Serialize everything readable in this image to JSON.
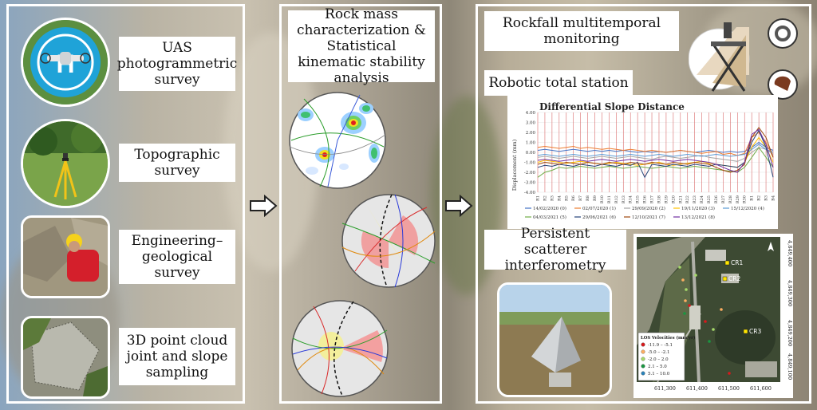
{
  "panel1": {
    "items": [
      {
        "label": "UAS photogrammetric survey"
      },
      {
        "label": "Topographic survey"
      },
      {
        "label": "Engineering–geological survey"
      },
      {
        "label": "3D point cloud joint and slope sampling"
      }
    ]
  },
  "panel2": {
    "title": "Rock mass characterization & Statistical kinematic stability analysis"
  },
  "panel3": {
    "title": "Rockfall multitemporal monitoring",
    "robotic_label": "Robotic total station",
    "ps_label": "Persistent scatterer interferometry"
  },
  "chart_data": {
    "type": "line",
    "title": "Differential Slope Distance",
    "ylabel": "Displacement (mm)",
    "ylim": [
      -4,
      4
    ],
    "yticks": [
      "4.00",
      "3.00",
      "2.00",
      "1.00",
      "0.00",
      "-1.00",
      "-2.00",
      "-3.00",
      "-4.00"
    ],
    "categories": [
      "R1",
      "R2",
      "R3",
      "R4",
      "R5",
      "R6",
      "R7",
      "R8",
      "R9",
      "R10",
      "R11",
      "R12",
      "R13",
      "R14",
      "R15",
      "R16",
      "R17",
      "R18",
      "R19",
      "R20",
      "R21",
      "R22",
      "R23",
      "R24",
      "R25",
      "R26",
      "R27",
      "R28",
      "R29",
      "R30",
      "B1",
      "B2",
      "B3",
      "B4"
    ],
    "series": [
      {
        "name": "14/02/2020 (0)",
        "color": "#4472c4",
        "values": [
          0.2,
          0.3,
          0.2,
          0.1,
          0.2,
          0.3,
          0.2,
          0.1,
          0.2,
          0.1,
          0.2,
          0.1,
          0.2,
          0.1,
          0.0,
          0.1,
          0.0,
          0.1,
          0.0,
          0.1,
          0.2,
          0.1,
          0.0,
          0.1,
          0.2,
          0.1,
          0.0,
          0.1,
          0.0,
          0.1,
          0.5,
          1.0,
          0.5,
          0.2
        ]
      },
      {
        "name": "02/07/2020 (1)",
        "color": "#ed7d31",
        "values": [
          0.5,
          0.6,
          0.5,
          0.4,
          0.5,
          0.6,
          0.4,
          0.5,
          0.4,
          0.3,
          0.4,
          0.3,
          0.2,
          0.3,
          0.2,
          0.1,
          0.2,
          0.1,
          0.0,
          0.1,
          0.2,
          0.1,
          0.0,
          -0.1,
          0.0,
          0.1,
          -0.2,
          -0.1,
          -0.3,
          -0.1,
          1.5,
          2.0,
          1.0,
          -0.5
        ]
      },
      {
        "name": "29/09/2020 (2)",
        "color": "#a5a5a5",
        "values": [
          -0.5,
          -0.4,
          -0.5,
          -0.6,
          -0.5,
          -0.4,
          -0.5,
          -0.6,
          -0.5,
          -0.4,
          -0.5,
          -0.6,
          -0.5,
          -0.4,
          -0.5,
          -0.6,
          -0.7,
          -0.5,
          -0.4,
          -0.5,
          -0.6,
          -0.5,
          -0.4,
          -0.3,
          -0.5,
          -0.6,
          -0.7,
          -0.8,
          -0.9,
          -0.6,
          0.0,
          0.5,
          0.3,
          -0.2
        ]
      },
      {
        "name": "19/11/2020 (3)",
        "color": "#ffc000",
        "values": [
          -1.0,
          -0.8,
          -0.9,
          -1.0,
          -1.1,
          -1.0,
          -0.9,
          -1.0,
          -1.1,
          -1.2,
          -1.1,
          -1.0,
          -1.1,
          -1.2,
          -1.3,
          -1.2,
          -1.1,
          -1.0,
          -1.2,
          -1.3,
          -1.2,
          -1.1,
          -1.0,
          -0.9,
          -1.1,
          -1.2,
          -1.3,
          -1.4,
          -1.5,
          -1.0,
          0.5,
          1.5,
          0.5,
          -1.0
        ]
      },
      {
        "name": "15/12/2020 (4)",
        "color": "#5b9bd5",
        "values": [
          -0.3,
          -0.2,
          -0.3,
          -0.4,
          -0.3,
          -0.2,
          -0.3,
          -0.4,
          -0.3,
          -0.2,
          -0.3,
          -0.4,
          -0.3,
          -0.2,
          -0.3,
          -0.4,
          -0.3,
          -0.2,
          -0.3,
          -0.4,
          -0.3,
          -0.2,
          -0.3,
          -0.4,
          -0.3,
          -0.2,
          -0.3,
          -0.4,
          -0.3,
          -0.2,
          0.3,
          0.8,
          0.3,
          0.0
        ]
      },
      {
        "name": "04/03/2021 (5)",
        "color": "#70ad47",
        "values": [
          -2.5,
          -2.0,
          -1.8,
          -1.5,
          -1.6,
          -1.5,
          -1.4,
          -1.5,
          -1.6,
          -1.5,
          -1.4,
          -1.5,
          -1.6,
          -1.5,
          -1.4,
          -1.5,
          -1.6,
          -1.5,
          -1.4,
          -1.5,
          -1.6,
          -1.5,
          -1.4,
          -1.5,
          -1.6,
          -1.7,
          -1.8,
          -1.9,
          -2.0,
          -1.5,
          -0.5,
          0.5,
          -0.5,
          -1.5
        ]
      },
      {
        "name": "29/06/2021 (6)",
        "color": "#264478",
        "values": [
          -1.5,
          -1.3,
          -1.4,
          -1.2,
          -1.3,
          -1.4,
          -1.2,
          -1.3,
          -1.4,
          -1.2,
          -1.3,
          -1.4,
          -1.2,
          -1.3,
          -1.0,
          -2.5,
          -1.2,
          -1.3,
          -1.4,
          -1.2,
          -1.3,
          -1.4,
          -1.2,
          -1.3,
          -1.4,
          -1.2,
          -1.3,
          -1.4,
          -1.5,
          -1.0,
          1.0,
          2.2,
          0.5,
          -2.5
        ]
      },
      {
        "name": "12/10/2021 (7)",
        "color": "#9e480e",
        "values": [
          -1.2,
          -1.0,
          -1.1,
          -1.2,
          -1.0,
          -1.1,
          -1.2,
          -1.0,
          -1.1,
          -1.2,
          -1.0,
          -1.1,
          -1.2,
          -1.0,
          -1.1,
          -1.2,
          -1.0,
          -1.1,
          -1.2,
          -1.0,
          -1.1,
          -1.2,
          -1.0,
          -1.1,
          -1.2,
          -1.5,
          -1.8,
          -2.0,
          -1.8,
          -1.2,
          1.5,
          2.5,
          1.5,
          -0.5
        ]
      },
      {
        "name": "13/12/2021 (8)",
        "color": "#7030a0",
        "values": [
          -0.8,
          -0.7,
          -0.8,
          -0.9,
          -0.8,
          -0.7,
          -0.8,
          -0.9,
          -0.8,
          -0.7,
          -0.8,
          -0.9,
          -0.8,
          -0.7,
          -0.8,
          -0.9,
          -0.8,
          -0.7,
          -0.8,
          -0.9,
          -0.8,
          -0.7,
          -0.8,
          -0.9,
          -1.0,
          -1.2,
          -1.5,
          -1.8,
          -2.0,
          -1.0,
          1.8,
          2.3,
          0.8,
          -1.5
        ]
      }
    ]
  },
  "map": {
    "points": [
      {
        "label": "CR1"
      },
      {
        "label": "CR2"
      },
      {
        "label": "CR3"
      }
    ],
    "x_ticks": [
      "611,300",
      "611,400",
      "611,500",
      "611,600"
    ],
    "y_ticks": [
      "4,849,400",
      "4,849,300",
      "4,849,200",
      "4,849,100"
    ],
    "legend_title": "LOS Velocities (mm/yr)",
    "legend": [
      {
        "label": "-11.9 – -5.1",
        "color": "#d7191c"
      },
      {
        "label": "-5.0 – -2.1",
        "color": "#fdae61"
      },
      {
        "label": "-2.0 – 2.0",
        "color": "#a6d96a"
      },
      {
        "label": "2.1 – 5.0",
        "color": "#1a9641"
      },
      {
        "label": "5.1 – 10.0",
        "color": "#2b83ba"
      }
    ]
  }
}
